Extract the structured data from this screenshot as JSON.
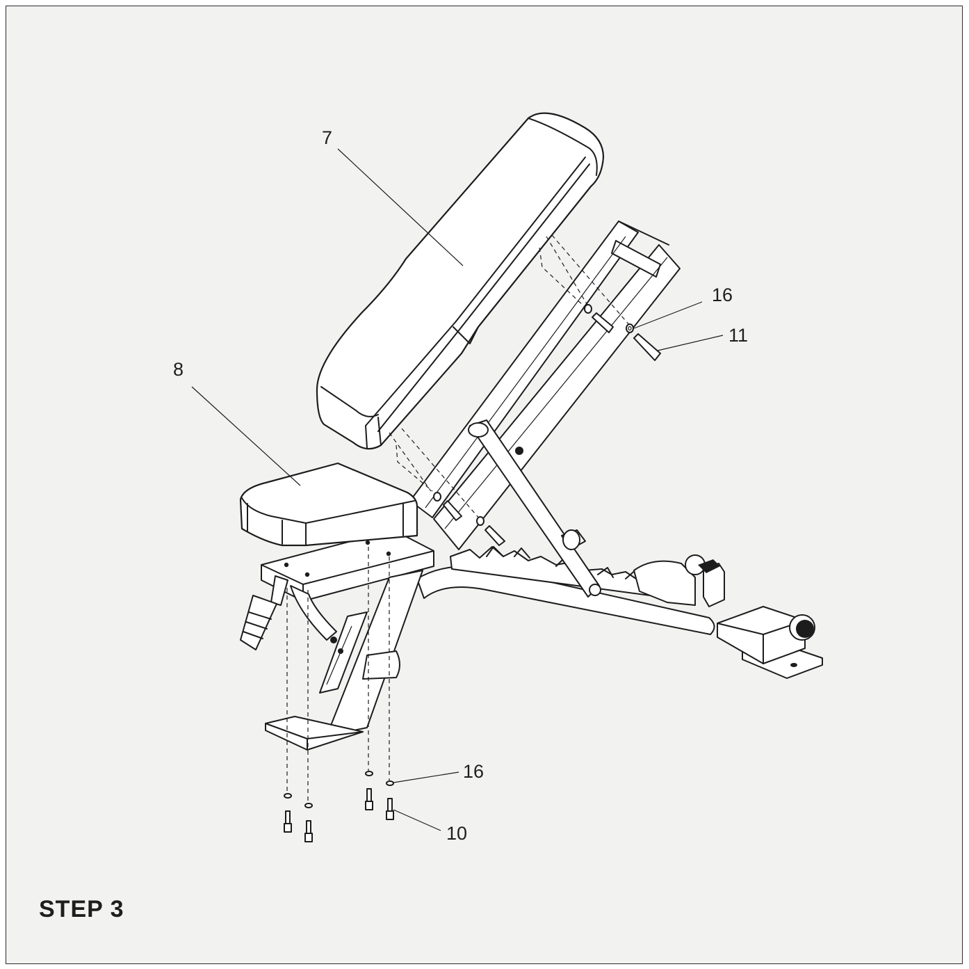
{
  "step": {
    "title": "STEP 3"
  },
  "callouts": [
    {
      "id": "part-7",
      "label": "7"
    },
    {
      "id": "part-8",
      "label": "8"
    },
    {
      "id": "part-16-top",
      "label": "16"
    },
    {
      "id": "part-11",
      "label": "11"
    },
    {
      "id": "part-16-bottom",
      "label": "16"
    },
    {
      "id": "part-10",
      "label": "10"
    }
  ],
  "colors": {
    "background": "#f2f2f1",
    "line": "#1c1c1c",
    "part_fill": "#ffffff"
  }
}
